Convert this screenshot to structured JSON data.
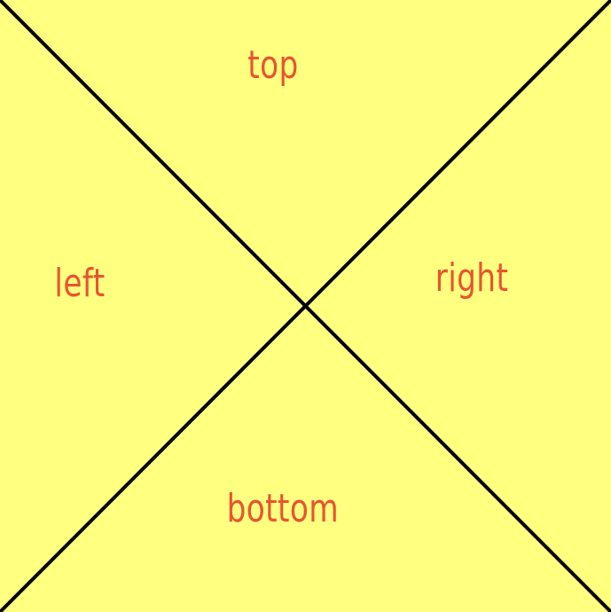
{
  "labels": {
    "top": "top",
    "left": "left",
    "right": "right",
    "bottom": "bottom"
  },
  "colors": {
    "fill": "#ffff80",
    "lines": "#000000",
    "text": "#e8542f"
  }
}
